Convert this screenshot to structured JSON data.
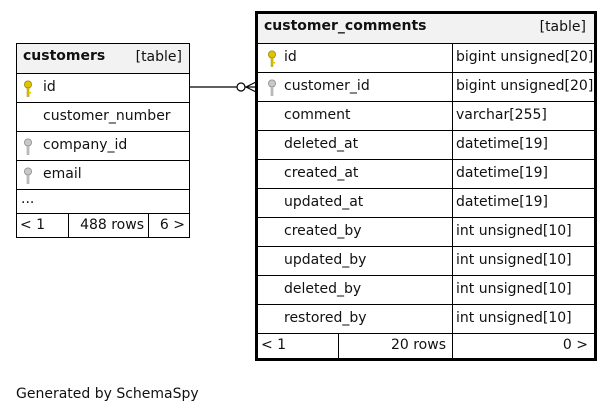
{
  "customers": {
    "name": "customers",
    "kind": "[table]",
    "columns": [
      {
        "name": "id",
        "key": "primary"
      },
      {
        "name": "customer_number",
        "key": "none"
      },
      {
        "name": "company_id",
        "key": "foreign"
      },
      {
        "name": "email",
        "key": "foreign"
      }
    ],
    "more": "...",
    "footer": {
      "prev": "< 1",
      "rows": "488 rows",
      "next": "6 >"
    }
  },
  "customer_comments": {
    "name": "customer_comments",
    "kind": "[table]",
    "columns": [
      {
        "name": "id",
        "type": "bigint unsigned[20]",
        "key": "primary"
      },
      {
        "name": "customer_id",
        "type": "bigint unsigned[20]",
        "key": "foreign"
      },
      {
        "name": "comment",
        "type": "varchar[255]",
        "key": "none"
      },
      {
        "name": "deleted_at",
        "type": "datetime[19]",
        "key": "none"
      },
      {
        "name": "created_at",
        "type": "datetime[19]",
        "key": "none"
      },
      {
        "name": "updated_at",
        "type": "datetime[19]",
        "key": "none"
      },
      {
        "name": "created_by",
        "type": "int unsigned[10]",
        "key": "none"
      },
      {
        "name": "updated_by",
        "type": "int unsigned[10]",
        "key": "none"
      },
      {
        "name": "deleted_by",
        "type": "int unsigned[10]",
        "key": "none"
      },
      {
        "name": "restored_by",
        "type": "int unsigned[10]",
        "key": "none"
      }
    ],
    "footer": {
      "prev": "< 1",
      "rows": "20 rows",
      "next": "0 >"
    }
  },
  "relationship": {
    "from": "customers.id",
    "to": "customer_comments.customer_id",
    "cardinality": "one-to-zero-or-many"
  },
  "key_icons": {
    "primary": "key-icon",
    "foreign": "key-icon",
    "primary_color": "#e0c200",
    "foreign_color": "#a9a9a9"
  },
  "generated_by": "Generated by SchemaSpy"
}
